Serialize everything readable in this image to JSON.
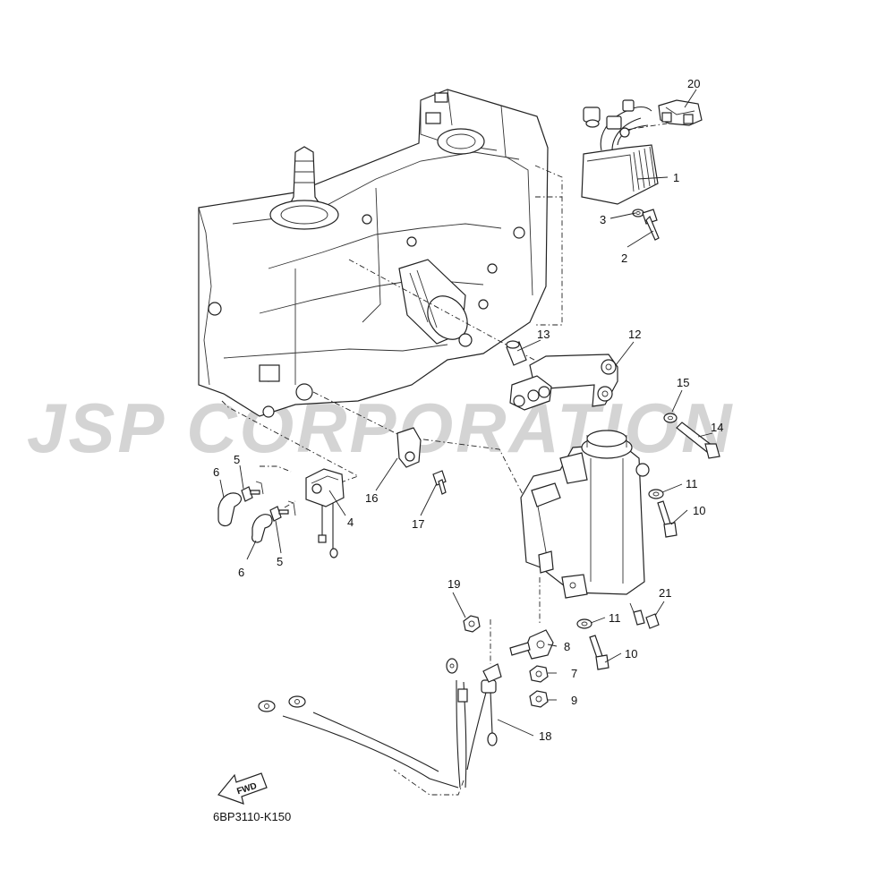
{
  "watermark": "JSP CORPORATION",
  "diagram_code": "6BP3110-K150",
  "fwd_label": "FWD",
  "callouts": [
    {
      "id": "c1",
      "text": "1"
    },
    {
      "id": "c2",
      "text": "2"
    },
    {
      "id": "c3",
      "text": "3"
    },
    {
      "id": "c4",
      "text": "4"
    },
    {
      "id": "c5a",
      "text": "5"
    },
    {
      "id": "c5b",
      "text": "5"
    },
    {
      "id": "c6a",
      "text": "6"
    },
    {
      "id": "c6b",
      "text": "6"
    },
    {
      "id": "c7",
      "text": "7"
    },
    {
      "id": "c8",
      "text": "8"
    },
    {
      "id": "c9",
      "text": "9"
    },
    {
      "id": "c10a",
      "text": "10"
    },
    {
      "id": "c10b",
      "text": "10"
    },
    {
      "id": "c11a",
      "text": "11"
    },
    {
      "id": "c11b",
      "text": "11"
    },
    {
      "id": "c12",
      "text": "12"
    },
    {
      "id": "c13",
      "text": "13"
    },
    {
      "id": "c14",
      "text": "14"
    },
    {
      "id": "c15",
      "text": "15"
    },
    {
      "id": "c16",
      "text": "16"
    },
    {
      "id": "c17",
      "text": "17"
    },
    {
      "id": "c18",
      "text": "18"
    },
    {
      "id": "c19",
      "text": "19"
    },
    {
      "id": "c20",
      "text": "20"
    },
    {
      "id": "c21",
      "text": "21"
    }
  ]
}
